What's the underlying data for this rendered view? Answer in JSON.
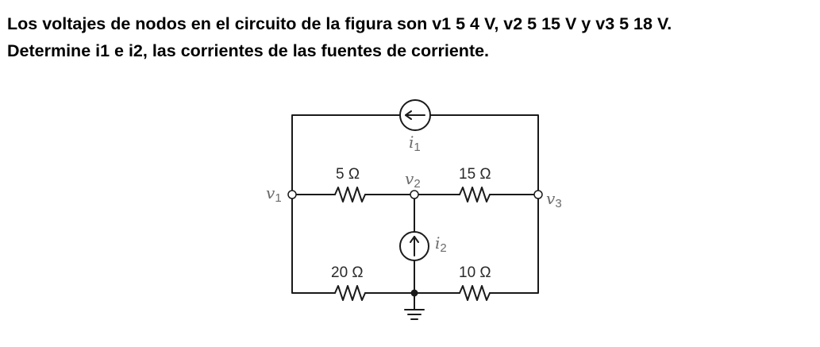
{
  "problem": {
    "line1": "Los voltajes de nodos en el circuito de la figura son v1 5 4 V, v2 5 15 V y v3 5 18 V.",
    "line2": "Determine i1 e i2, las corrientes de las fuentes de corriente."
  },
  "circuit": {
    "nodes": {
      "v1": {
        "main": "v",
        "sub": "1"
      },
      "v2": {
        "main": "v",
        "sub": "2"
      },
      "v3": {
        "main": "v",
        "sub": "3"
      }
    },
    "sources": {
      "i1": {
        "main": "i",
        "sub": "1",
        "arrow": "left"
      },
      "i2": {
        "main": "i",
        "sub": "2",
        "arrow": "up"
      }
    },
    "resistors": {
      "r_v1_v2": "5 Ω",
      "r_v2_v3": "15 Ω",
      "r_v1_gnd": "20 Ω",
      "r_v3_gnd": "10 Ω"
    },
    "colors": {
      "wire": "#1a1a1a",
      "label": "#6b6b6b"
    }
  }
}
